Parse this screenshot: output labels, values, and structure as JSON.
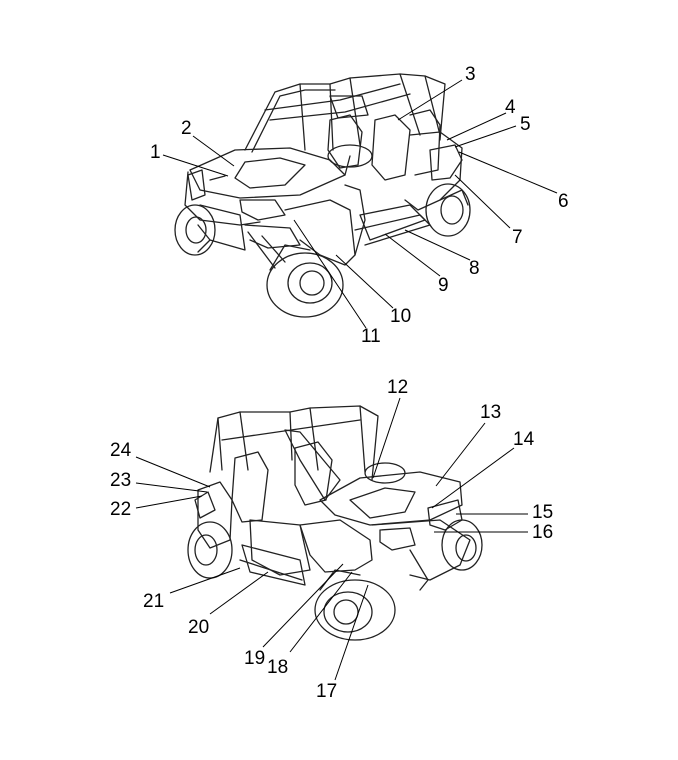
{
  "diagram": {
    "views": [
      {
        "id": "top",
        "callouts": [
          "1",
          "2",
          "3",
          "4",
          "5",
          "6",
          "7",
          "8",
          "9",
          "10",
          "11"
        ]
      },
      {
        "id": "bottom",
        "callouts": [
          "12",
          "13",
          "14",
          "15",
          "16",
          "17",
          "18",
          "19",
          "20",
          "21",
          "22",
          "23",
          "24"
        ]
      }
    ]
  }
}
